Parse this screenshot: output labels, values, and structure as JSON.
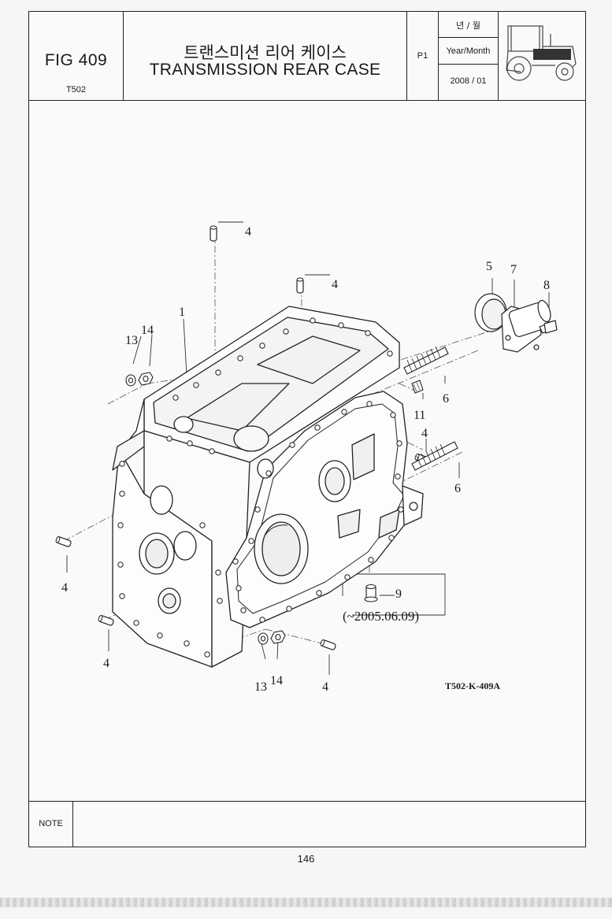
{
  "header": {
    "fig_number": "FIG 409",
    "model": "T502",
    "title_ko": "트랜스미션 리어 케이스",
    "title_en": "TRANSMISSION REAR CASE",
    "page_label": "P1",
    "date_label_ko": "년 / 월",
    "date_label_en": "Year/Month",
    "date_value": "2008 / 01"
  },
  "diagram": {
    "callouts": [
      {
        "id": "label-4-top-1",
        "text": "4"
      },
      {
        "id": "label-4-top-2",
        "text": "4"
      },
      {
        "id": "label-5",
        "text": "5"
      },
      {
        "id": "label-7",
        "text": "7"
      },
      {
        "id": "label-8",
        "text": "8"
      },
      {
        "id": "label-1",
        "text": "1"
      },
      {
        "id": "label-13-upper",
        "text": "13"
      },
      {
        "id": "label-14-upper",
        "text": "14"
      },
      {
        "id": "label-6-upper",
        "text": "6"
      },
      {
        "id": "label-11",
        "text": "11"
      },
      {
        "id": "label-4-right",
        "text": "4"
      },
      {
        "id": "label-6-lower",
        "text": "6"
      },
      {
        "id": "label-4-left",
        "text": "4"
      },
      {
        "id": "label-9",
        "text": "9"
      },
      {
        "id": "label-4-bottom-left",
        "text": "4"
      },
      {
        "id": "label-13-lower",
        "text": "13"
      },
      {
        "id": "label-14-lower",
        "text": "14"
      },
      {
        "id": "label-4-bottom-right",
        "text": "4"
      }
    ],
    "serial_note": "(~2005.06.09)",
    "drawing_code": "T502-K-409A"
  },
  "note_label": "NOTE",
  "page_number": "146"
}
